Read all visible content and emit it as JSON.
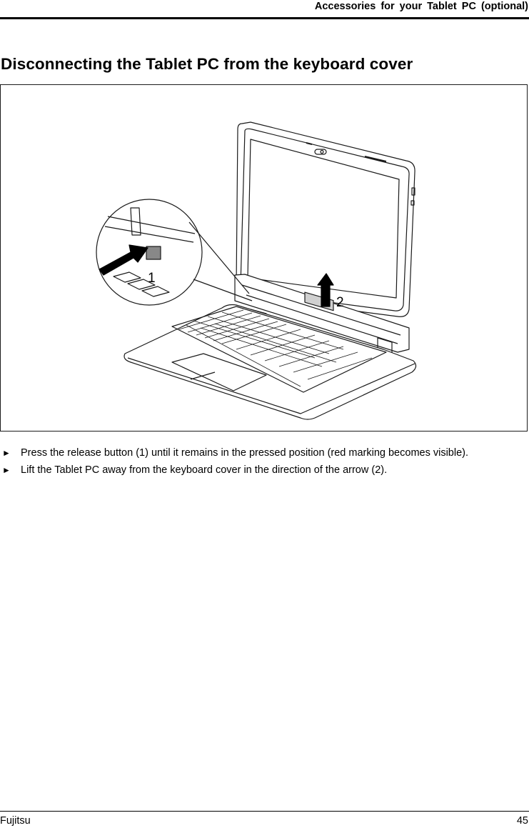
{
  "header": {
    "running_title": "Accessories for your Tablet PC (optional)"
  },
  "section": {
    "title": "Disconnecting the Tablet PC from the keyboard cover"
  },
  "figure": {
    "description": "Line illustration of a Tablet PC being lifted off its keyboard cover, with a magnified inset of the release button",
    "callouts": [
      {
        "label": "1",
        "meaning": "release button"
      },
      {
        "label": "2",
        "meaning": "lift direction arrow"
      }
    ]
  },
  "steps": [
    {
      "bullet": "►",
      "text": "Press the release button (1) until it remains in the pressed position (red marking becomes visible)."
    },
    {
      "bullet": "►",
      "text": "Lift the Tablet PC away from the keyboard cover in the direction of the arrow (2)."
    }
  ],
  "footer": {
    "brand": "Fujitsu",
    "page_number": "45"
  }
}
